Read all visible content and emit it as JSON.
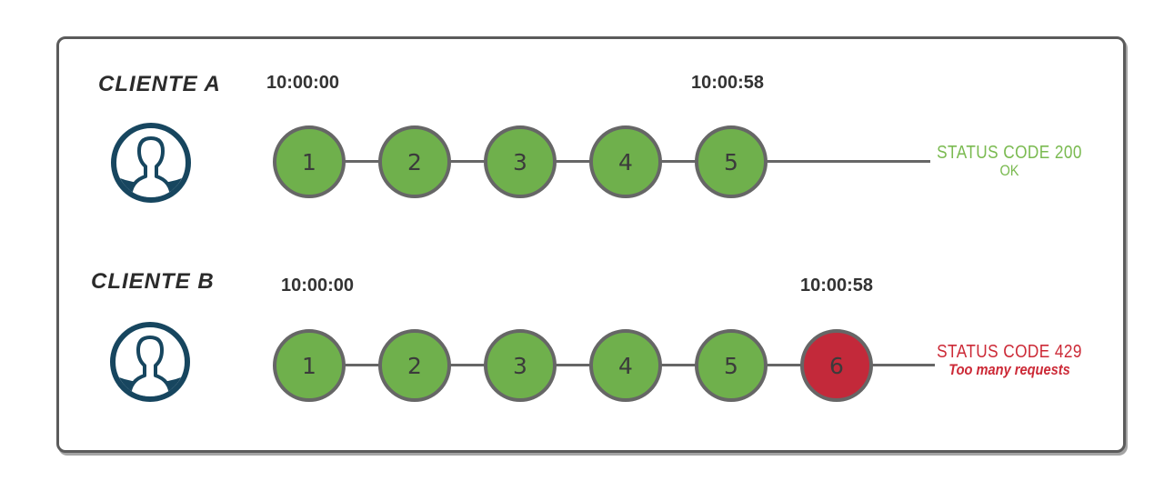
{
  "diagram": {
    "rows": [
      {
        "client_label": "CLIENTE A",
        "start_time": "10:00:00",
        "end_time": "10:00:58",
        "requests": [
          {
            "n": "1",
            "state": "ok"
          },
          {
            "n": "2",
            "state": "ok"
          },
          {
            "n": "3",
            "state": "ok"
          },
          {
            "n": "4",
            "state": "ok"
          },
          {
            "n": "5",
            "state": "ok"
          }
        ],
        "status": {
          "line1": "STATUS CODE 200",
          "line2": "OK",
          "state": "ok"
        }
      },
      {
        "client_label": "CLIENTE B",
        "start_time": "10:00:00",
        "end_time": "10:00:58",
        "requests": [
          {
            "n": "1",
            "state": "ok"
          },
          {
            "n": "2",
            "state": "ok"
          },
          {
            "n": "3",
            "state": "ok"
          },
          {
            "n": "4",
            "state": "ok"
          },
          {
            "n": "5",
            "state": "ok"
          },
          {
            "n": "6",
            "state": "error"
          }
        ],
        "status": {
          "line1": "STATUS CODE 429",
          "line2": "Too many requests",
          "state": "error"
        }
      }
    ],
    "colors": {
      "ok_fill": "#6FB04C",
      "error_fill": "#C3293A",
      "ok_text": "#7ABA50",
      "error_text": "#CC2936",
      "avatar_blue": "#17465F",
      "connector_gray": "#666666",
      "frame_border": "#5B5B5B",
      "timestamp_text": "#333333"
    }
  }
}
